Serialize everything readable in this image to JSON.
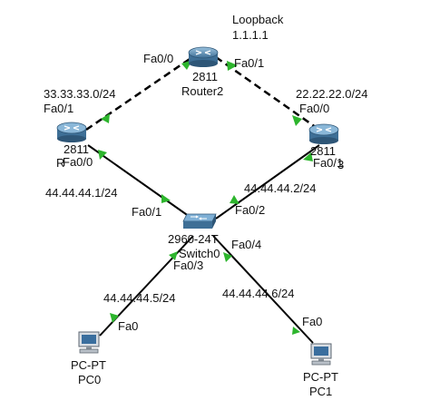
{
  "loopback": {
    "title": "Loopback",
    "address": "1.1.1.1"
  },
  "router2": {
    "model": "2811",
    "name": "Router2",
    "port_left": "Fa0/0",
    "port_right": "Fa0/1"
  },
  "router1": {
    "model": "2811",
    "name": "R",
    "port_top": "Fa0/1",
    "port_bottom": "Fa0/0",
    "link_ip": "44.44.44.1/24"
  },
  "router3": {
    "model": "2811",
    "name": "3",
    "port_top": "Fa0/0",
    "port_bottom": "Fa0/1",
    "link_ip": "44.44.44.2/24"
  },
  "networks": {
    "left": "33.33.33.0/24",
    "right": "22.22.22.0/24"
  },
  "switch0": {
    "model": "2960-24T",
    "name": "Switch0",
    "port1": "Fa0/1",
    "port2": "Fa0/2",
    "port3": "Fa0/3",
    "port4": "Fa0/4"
  },
  "pc0": {
    "type": "PC-PT",
    "name": "PC0",
    "port": "Fa0",
    "ip": "44.44.44.5/24"
  },
  "pc1": {
    "type": "PC-PT",
    "name": "PC1",
    "port": "Fa0",
    "ip": "44.44.44.6/24"
  },
  "colors": {
    "link_up": "#2db52d",
    "cable": "#000000",
    "router_body": "#5a8fb8",
    "switch_body": "#4f86b3"
  }
}
